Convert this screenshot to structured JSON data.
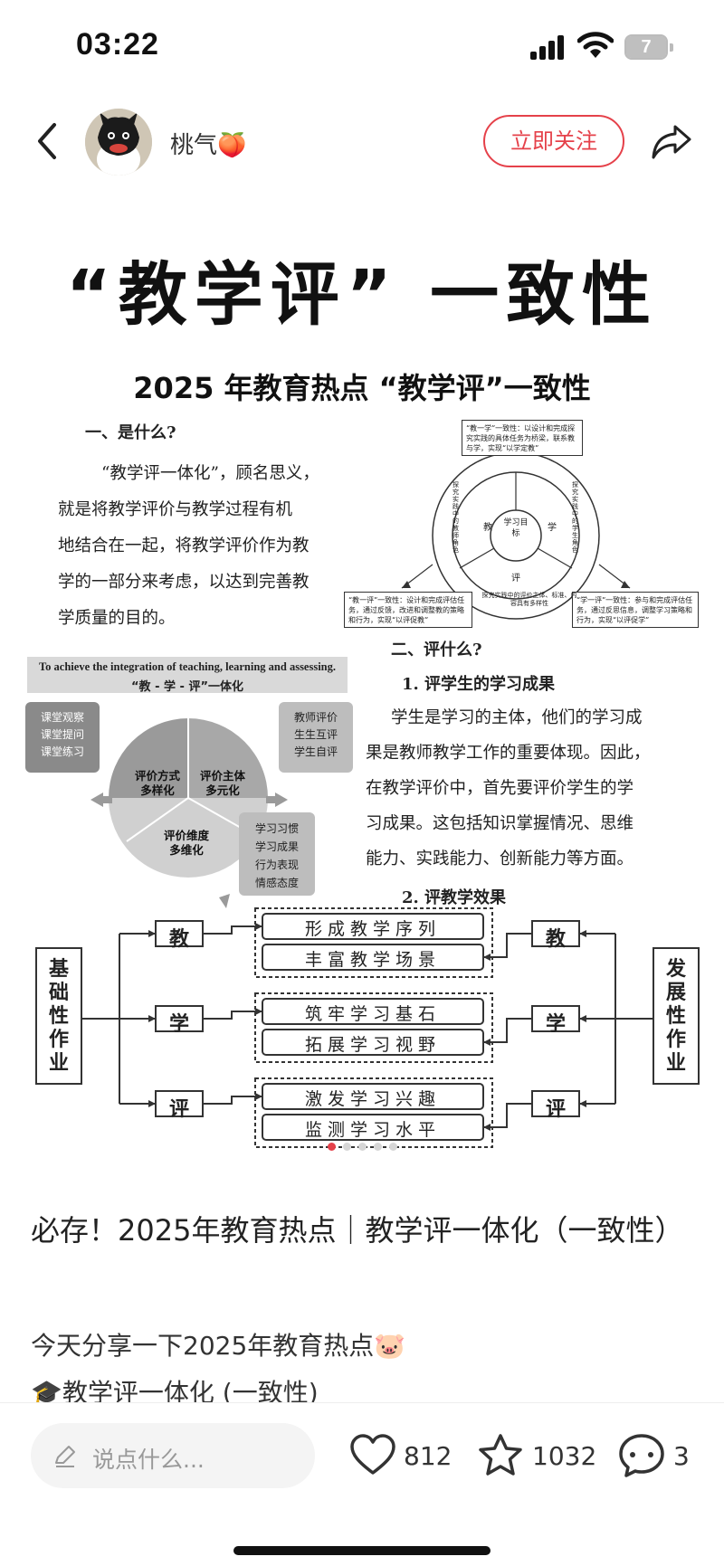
{
  "status": {
    "time": "03:22",
    "battery": "7"
  },
  "header": {
    "username": "桃气🍑",
    "follow_label": "立即关注"
  },
  "image": {
    "big_title": "“教学评” 一致性",
    "subtitle": "2025 年教育热点 “教学评”一致性",
    "section1": {
      "heading": "一、是什么?",
      "lines": [
        "“教学评一体化”，顾名思义，",
        "就是将教学评价与教学过程有机",
        "地结合在一起，将教学评价作为教",
        "学的一部分来考虑，以达到完善教",
        "学质量的目的。"
      ]
    },
    "cycle": {
      "box_top": "“教一学”一致性：以设计和完成探究实践的具体任务为桥梁，联系教与学，实现“以学定教”",
      "box_left": "“教一评”一致性：设计和完成评估任务，通过反馈，改进和调整教的策略和行为，实现“以评促教”",
      "box_right": "“学一评”一致性：参与和完成评估任务，通过反思信息，调整学习策略和行为，实现“以评促学”",
      "center": "学习目标",
      "ring_jiao": "教",
      "ring_xue": "学",
      "ring_ping": "评",
      "arc_left": "探究实践中的教师角色",
      "arc_right": "探究实践中的学生角色",
      "arc_bottom": "探究实践中的评价主体、标准、内容具有多样性"
    },
    "section2": {
      "heading": "二、评什么?",
      "sub1": "1. 评学生的学习成果",
      "lines": [
        "学生是学习的主体，他们的学习成",
        "果是教师教学工作的重要体现。因此，",
        "在教学评价中，首先要评价学生的学",
        "习成果。这包括知识掌握情况、思维",
        "能力、实践能力、创新能力等方面。"
      ],
      "sub2": "2. 评教学效果"
    },
    "pie": {
      "banner_en": "To achieve the integration of teaching, learning and assessing.",
      "banner_cn": "“教 - 学 - 评”一体化",
      "left_items": [
        "课堂观察",
        "课堂提问",
        "课堂练习"
      ],
      "right_items": [
        "教师评价",
        "生生互评",
        "学生自评"
      ],
      "bottom_items": [
        "学习习惯",
        "学习成果",
        "行为表现",
        "情感态度"
      ],
      "slice1": "评价方式多样化",
      "slice2": "评价主体多元化",
      "slice3": "评价维度多维化"
    },
    "flow": {
      "left_box": "基础性作业",
      "right_box": "发展性作业",
      "nodes_left": [
        "教",
        "学",
        "评"
      ],
      "nodes_right": [
        "教",
        "学",
        "评"
      ],
      "groups": [
        [
          "形成教学序列",
          "丰富教学场景"
        ],
        [
          "筑牢学习基石",
          "拓展学习视野"
        ],
        [
          "激发学习兴趣",
          "监测学习水平"
        ]
      ]
    },
    "carousel": {
      "total": 5,
      "active": 0
    }
  },
  "post": {
    "title": "必存！2025年教育热点｜教学评一体化（一致性）",
    "line1": "今天分享一下2025年教育热点🐷",
    "line2": "🎓教学评一体化 (一致性)"
  },
  "bottom": {
    "comment_placeholder": "说点什么...",
    "likes": "812",
    "favorites": "1032",
    "comments": "3"
  },
  "colors": {
    "accent": "#e5414a",
    "text": "#222222",
    "gray_box": "#8a8a8a"
  }
}
